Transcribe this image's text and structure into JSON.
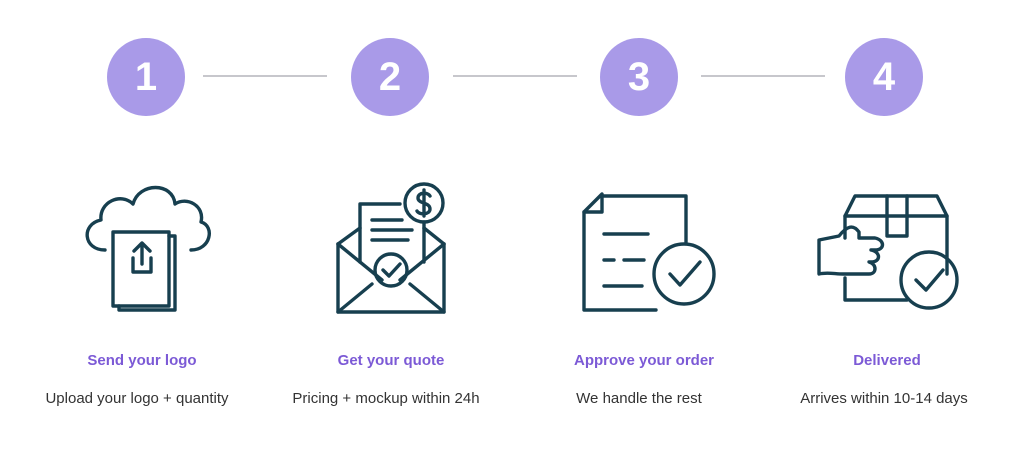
{
  "colors": {
    "accent": "#a99ae8",
    "title": "#7c5ad6",
    "text": "#333333",
    "icon_stroke": "#173f4f",
    "connector": "#c7c7cc"
  },
  "steps": [
    {
      "number": "1",
      "icon": "cloud-upload-icon",
      "title": "Send your logo",
      "description": "Upload your logo + quantity"
    },
    {
      "number": "2",
      "icon": "envelope-quote-icon",
      "title": "Get your quote",
      "description": "Pricing + mockup within 24h"
    },
    {
      "number": "3",
      "icon": "document-check-icon",
      "title": "Approve your order",
      "description": "We handle the rest"
    },
    {
      "number": "4",
      "icon": "package-delivery-icon",
      "title": "Delivered",
      "description": "Arrives within 10-14 days"
    }
  ]
}
